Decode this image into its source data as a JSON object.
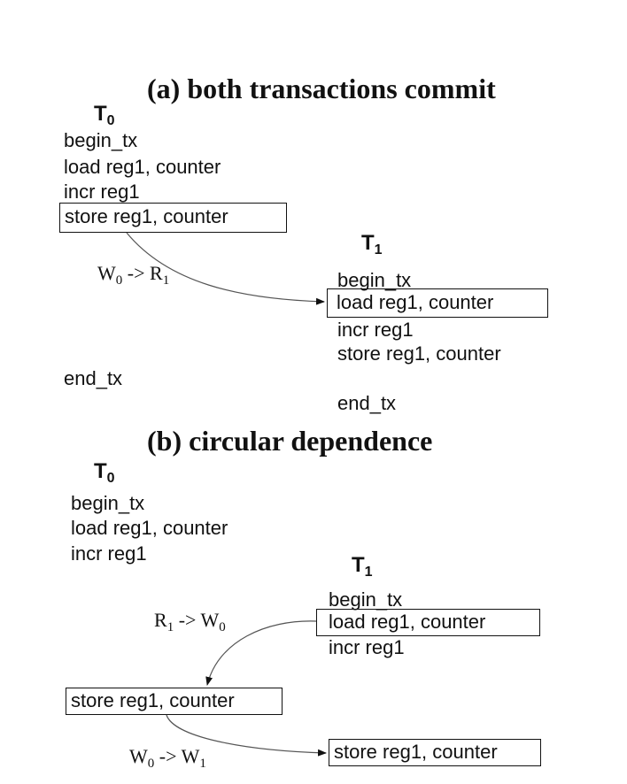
{
  "panel_a": {
    "title": "(a) both transactions commit",
    "t0": {
      "name": "T",
      "sub": "0",
      "lines": [
        "begin_tx",
        "load reg1, counter",
        "incr reg1",
        "store reg1, counter",
        "end_tx"
      ]
    },
    "t1": {
      "name": "T",
      "sub": "1",
      "lines": [
        "begin_tx",
        "load reg1, counter",
        "incr reg1",
        "store reg1, counter",
        "end_tx"
      ]
    },
    "dependency": {
      "from": "W",
      "from_sub": "0",
      "arrow": " -> ",
      "to": "R",
      "to_sub": "1"
    }
  },
  "panel_b": {
    "title": "(b) circular dependence",
    "t0": {
      "name": "T",
      "sub": "0",
      "lines": [
        "begin_tx",
        "load reg1, counter",
        "incr reg1",
        "store reg1, counter"
      ]
    },
    "t1": {
      "name": "T",
      "sub": "1",
      "lines": [
        "begin_tx",
        "load reg1, counter",
        "incr reg1",
        "store reg1, counter"
      ]
    },
    "dependency_1": {
      "from": "R",
      "from_sub": "1",
      "arrow": " -> ",
      "to": "W",
      "to_sub": "0"
    },
    "dependency_2": {
      "from": "W",
      "from_sub": "0",
      "arrow": " -> ",
      "to": "W",
      "to_sub": "1"
    }
  },
  "colors": {
    "ink": "#111111",
    "arrow": "#555555",
    "background": "#ffffff"
  }
}
